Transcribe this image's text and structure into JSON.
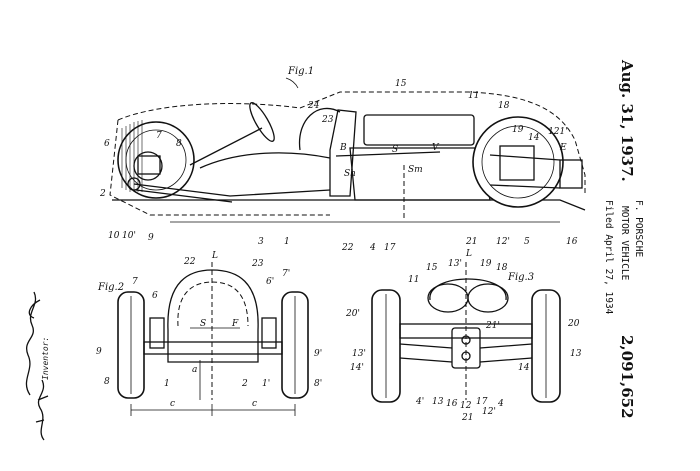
{
  "header": {
    "date": "Aug. 31, 1937.",
    "inventor": "F. PORSCHE",
    "title": "MOTOR VEHICLE",
    "filed": "Filed April 27, 1934",
    "patent_no": "2,091,652"
  },
  "signature": {
    "inventor_label": "Inventor:",
    "name": "Ferdinand Porsche"
  },
  "figures": {
    "fig1": {
      "caption": "Fig.1",
      "labels": [
        "15",
        "11",
        "18",
        "23",
        "24",
        "7",
        "8",
        "6",
        "2",
        "10",
        "10'",
        "9",
        "3",
        "1",
        "22",
        "4",
        "17",
        "21",
        "12'",
        "5",
        "16",
        "19",
        "14",
        "121'",
        "E",
        "S",
        "B",
        "V",
        "Sm",
        "Sh"
      ]
    },
    "fig2": {
      "caption": "Fig.2",
      "labels": [
        "22",
        "L",
        "23",
        "7",
        "6",
        "6'",
        "7'",
        "9",
        "9'",
        "8",
        "8'",
        "1",
        "2",
        "1'",
        "S",
        "F",
        "c",
        "c",
        "a"
      ]
    },
    "fig3": {
      "caption": "Fig.3",
      "labels": [
        "15",
        "11",
        "13'",
        "L",
        "19",
        "18",
        "20'",
        "21'",
        "20",
        "13'",
        "13",
        "14",
        "14'",
        "4'",
        "13",
        "16",
        "12",
        "17",
        "21",
        "12'",
        "4"
      ]
    }
  }
}
